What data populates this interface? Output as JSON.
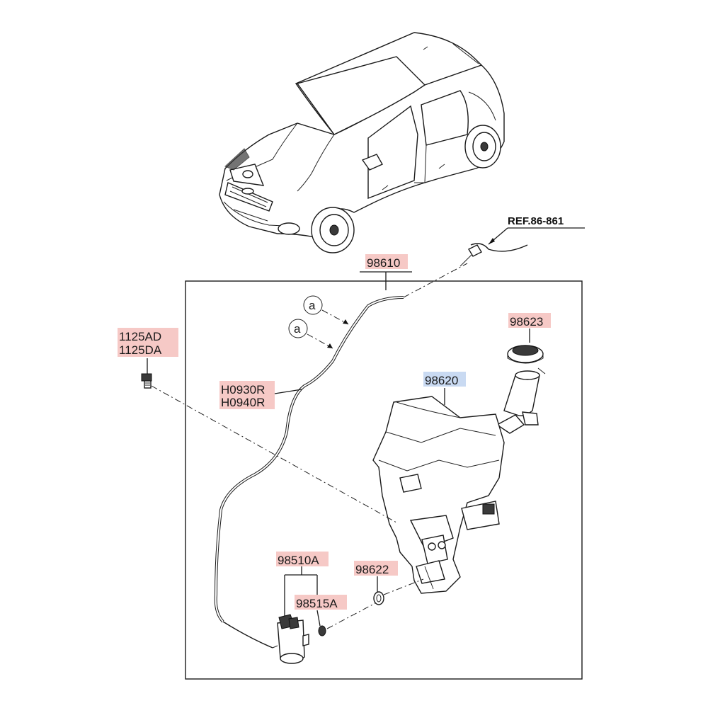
{
  "ref_label": "REF.86-861",
  "callouts": {
    "hose_assembly": "98610",
    "cap": "98623",
    "reservoir": "98620",
    "bolt_1": "1125AD",
    "bolt_2": "1125DA",
    "hose_1": "H0930R",
    "hose_2": "H0940R",
    "pump": "98510A",
    "grommet": "98515A",
    "seal": "98622"
  },
  "circle_marks": [
    "a",
    "a"
  ],
  "colors": {
    "label_highlight": "#f6c9c6",
    "label_highlight_selected": "#c9daf2",
    "line": "#1a1a1a"
  },
  "icons": [
    "car-icon",
    "washer-reservoir-icon",
    "filler-cap-icon",
    "washer-pump-icon",
    "bolt-icon",
    "grommet-icon",
    "seal-icon"
  ]
}
